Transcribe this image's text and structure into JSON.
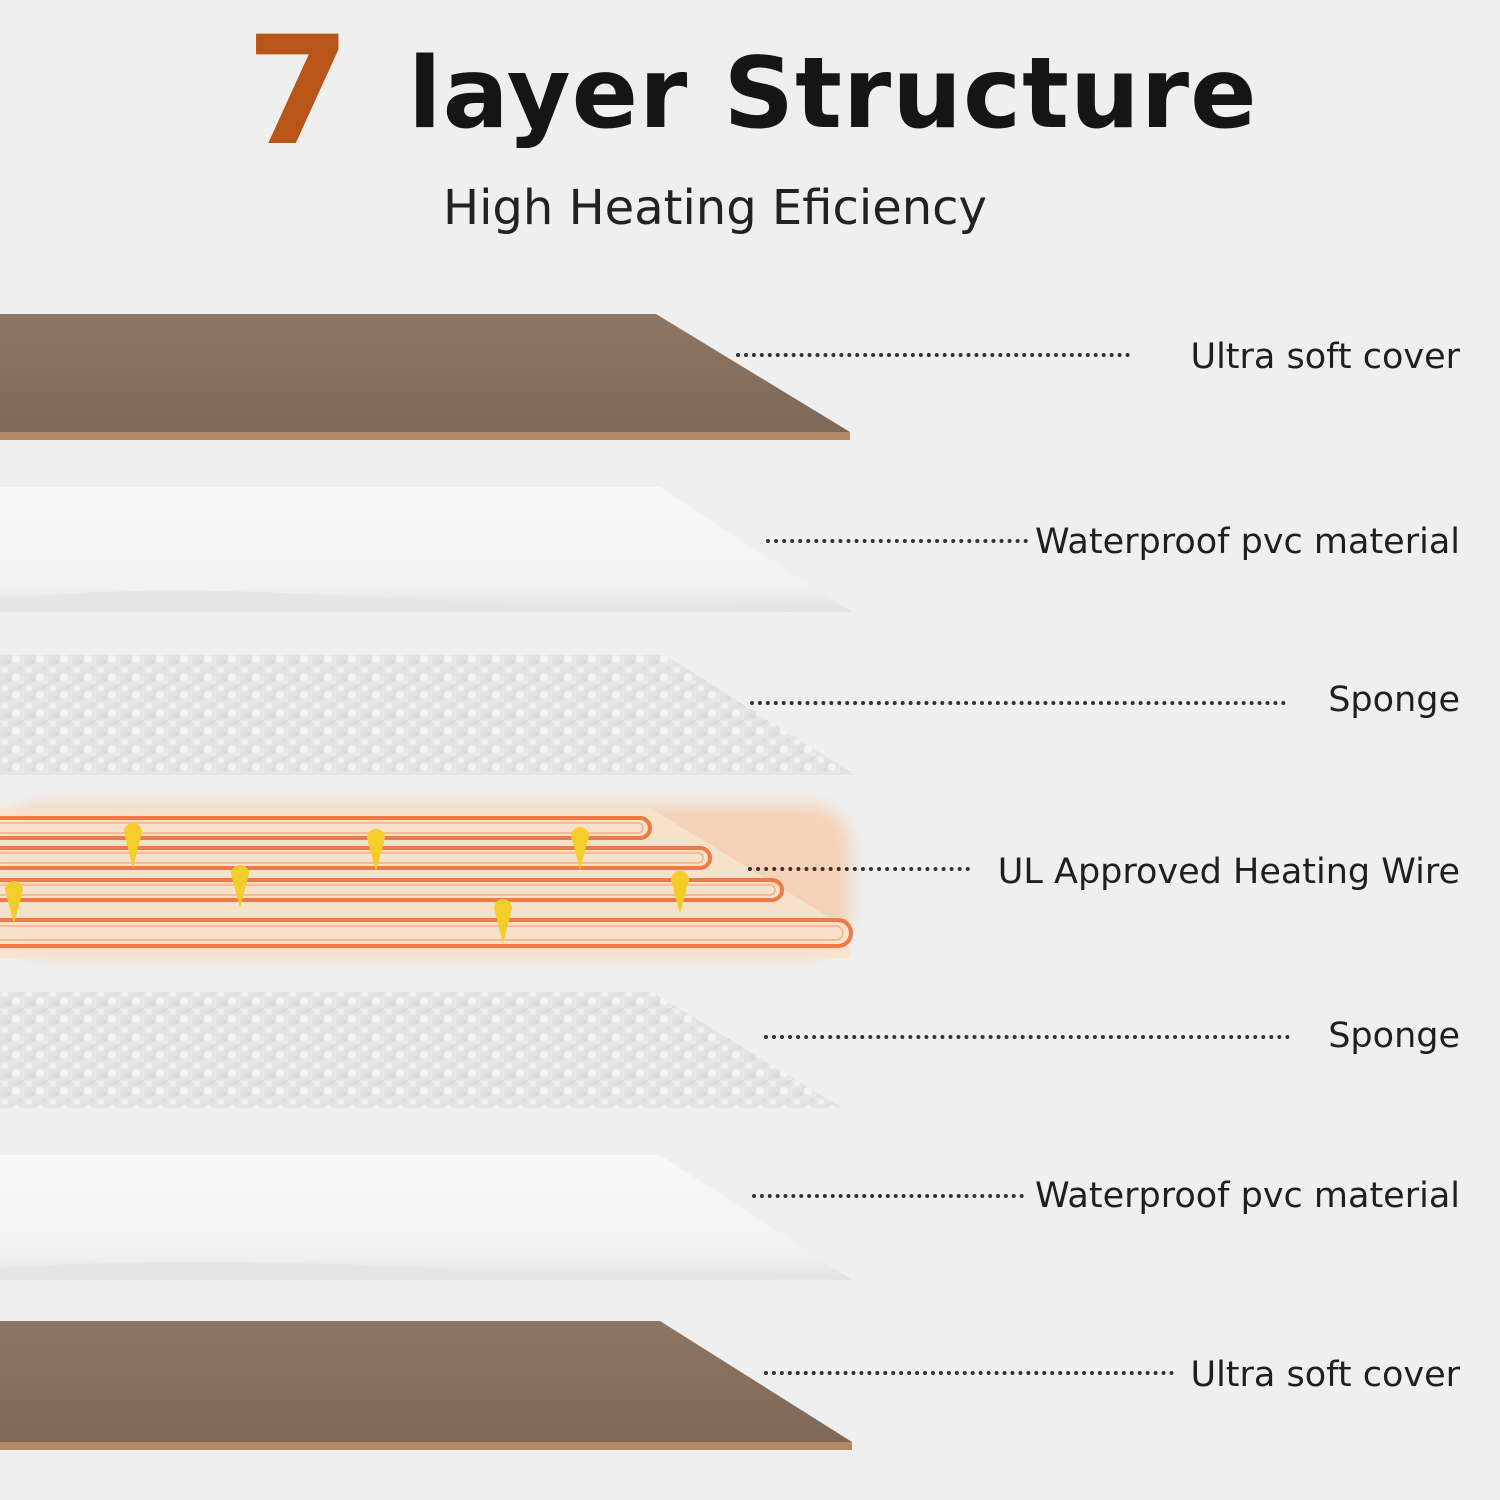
{
  "header": {
    "number": "7",
    "title": "layer Structure",
    "subtitle": "High Heating Eficiency",
    "number_color": "#b8561a"
  },
  "layers": [
    {
      "label": "Ultra soft cover",
      "material": "brown-cover",
      "color": "#8a7261"
    },
    {
      "label": "Waterproof pvc material",
      "material": "white-pvc",
      "color": "#f7f7f7"
    },
    {
      "label": "Sponge",
      "material": "sponge",
      "color": "#e6e6e6"
    },
    {
      "label": "UL Approved Heating Wire",
      "material": "heating-wire",
      "color": "#f07a45"
    },
    {
      "label": "Sponge",
      "material": "sponge",
      "color": "#e6e6e6"
    },
    {
      "label": "Waterproof pvc material",
      "material": "white-pvc",
      "color": "#f7f7f7"
    },
    {
      "label": "Ultra soft cover",
      "material": "brown-cover",
      "color": "#8a7261"
    }
  ]
}
